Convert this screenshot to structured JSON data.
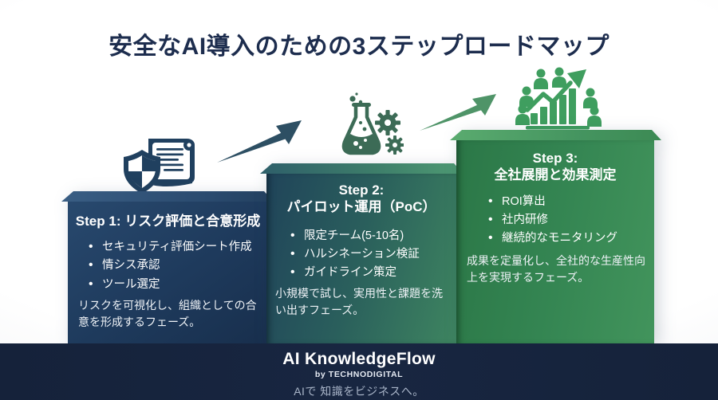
{
  "title": "安全なAI導入のための3ステップロードマップ",
  "steps": [
    {
      "heading": "Step 1: リスク評価と合意形成",
      "bullets": [
        "セキュリティ評価シート作成",
        "情シス承認",
        "ツール選定"
      ],
      "summary": "リスクを可視化し、組織としての合意を形成するフェーズ。",
      "icon": "shield-document-icon",
      "accent": "#1e3a5c"
    },
    {
      "heading_line1": "Step 2:",
      "heading_line2": "パイロット運用（PoC）",
      "bullets": [
        "限定チーム(5-10名)",
        "ハルシネーション検証",
        "ガイドライン策定"
      ],
      "summary": "小規模で試し、実用性と課題を洗い出すフェーズ。",
      "icon": "flask-gears-icon",
      "accent": "#2d6a5e"
    },
    {
      "heading_line1": "Step 3:",
      "heading_line2": "全社展開と効果測定",
      "bullets": [
        "ROI算出",
        "社内研修",
        "継続的なモニタリング"
      ],
      "summary": "成果を定量化し、全社的な生産性向上を実現するフェーズ。",
      "icon": "team-growth-chart-icon",
      "accent": "#31824e"
    }
  ],
  "footer": {
    "brand": "AI KnowledgeFlow",
    "byline": "by TECHNODIGITAL",
    "tagline": "AIで 知識をビジネスへ。"
  },
  "palette": {
    "title_text": "#1d2d4e",
    "step1_box": "#1e3a5c",
    "step2_box_left": "#20445a",
    "step2_box_right": "#3e8560",
    "step3_box": "#31824e",
    "footer_bg": "#182641",
    "arrow1": "#2d4f63",
    "arrow2": "#4f9468",
    "icon1": "#20405f",
    "icon2": "#3c6b56",
    "icon3": "#3f9e5f",
    "text_on_box": "#ffffff"
  }
}
